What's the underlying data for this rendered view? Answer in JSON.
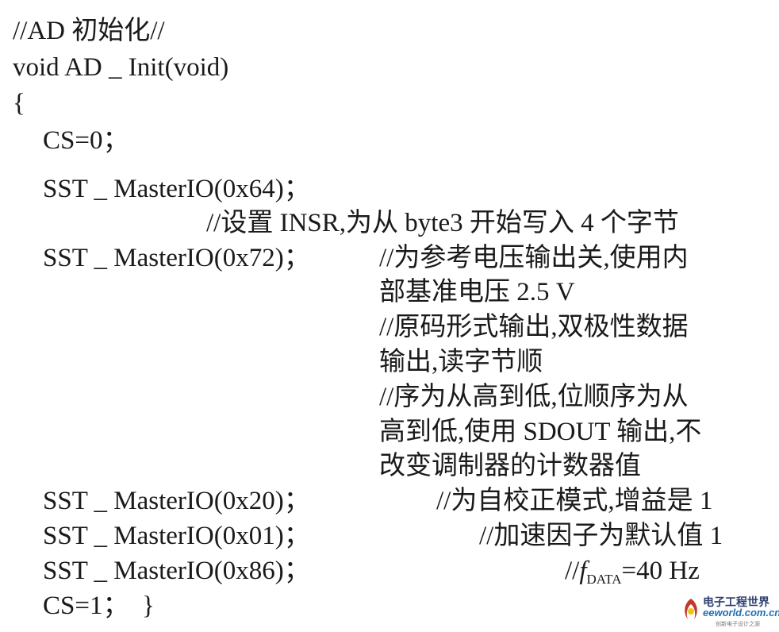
{
  "code_lines": [
    "//AD 初始化//",
    "void AD _ Init(void)",
    "{",
    "CS=0；",
    "SST _ MasterIO(0x64)；",
    "//设置 INSR,为从 byte3 开始写入 4 个字节",
    "SST _ MasterIO(0x72)；",
    "//为参考电压输出关,使用内",
    "部基准电压 2.5 V",
    "//原码形式输出,双极性数据",
    "输出,读字节顺",
    "//序为从高到低,位顺序为从",
    "高到低,使用 SDOUT 输出,不",
    "改变调制器的计数器值",
    "SST _ MasterIO(0x20)；",
    "//为自校正模式,增益是 1",
    "SST _ MasterIO(0x01)；",
    "//加速因子为默认值 1",
    "SST _ MasterIO(0x86)；",
    "//",
    "f",
    "DATA",
    "=40 Hz",
    "CS=1；  }"
  ],
  "watermark": {
    "line1": "电子工程世界",
    "line2": "eeworld.com.cn",
    "line3": "创新电子设计之源"
  }
}
